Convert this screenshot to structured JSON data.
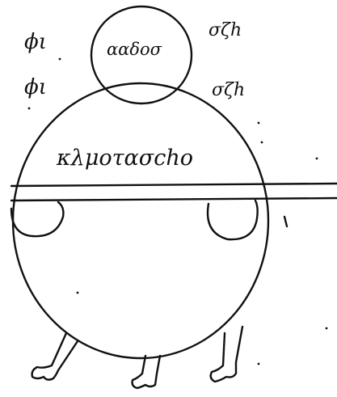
{
  "labels": {
    "phi_top": "ϕι",
    "phi_mid": "ϕι",
    "ozh_top": "σζh",
    "ozh_mid": "σζh",
    "small_circle": "ααδοσ",
    "big_circle": "κλμοτασcho"
  },
  "colors": {
    "ink": "#111111",
    "paper": "#ffffff"
  }
}
